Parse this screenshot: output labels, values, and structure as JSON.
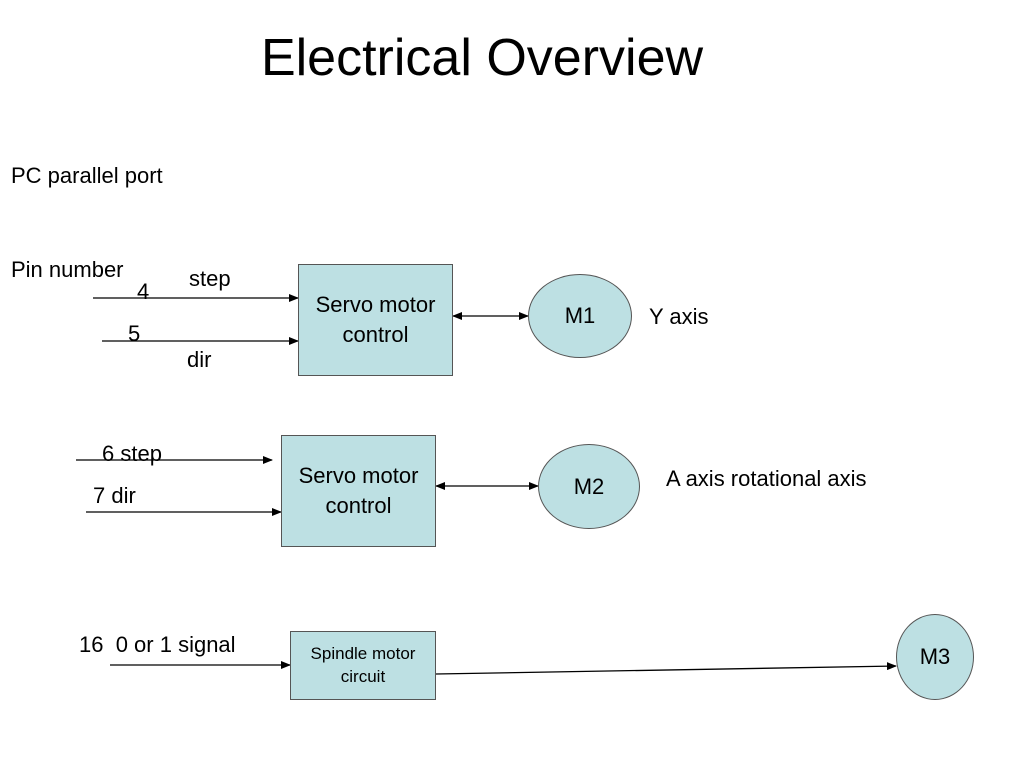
{
  "title": "Electrical Overview",
  "port_label": "PC parallel port",
  "pin_label": "Pin number",
  "axis1": {
    "pin_step": "4",
    "pin_dir": "5",
    "step_label": "step",
    "dir_label": "dir",
    "box": [
      "Servo motor",
      "control"
    ],
    "motor": "M1",
    "axis_label": "Y axis"
  },
  "axis2": {
    "step_label": "6 step",
    "dir_label": "7 dir",
    "box": [
      "Servo motor",
      "control"
    ],
    "motor": "M2",
    "axis_label": "A axis rotational axis"
  },
  "spindle": {
    "signal_label": "16  0 or 1 signal",
    "box": [
      "Spindle motor",
      "circuit"
    ],
    "motor": "M3"
  }
}
